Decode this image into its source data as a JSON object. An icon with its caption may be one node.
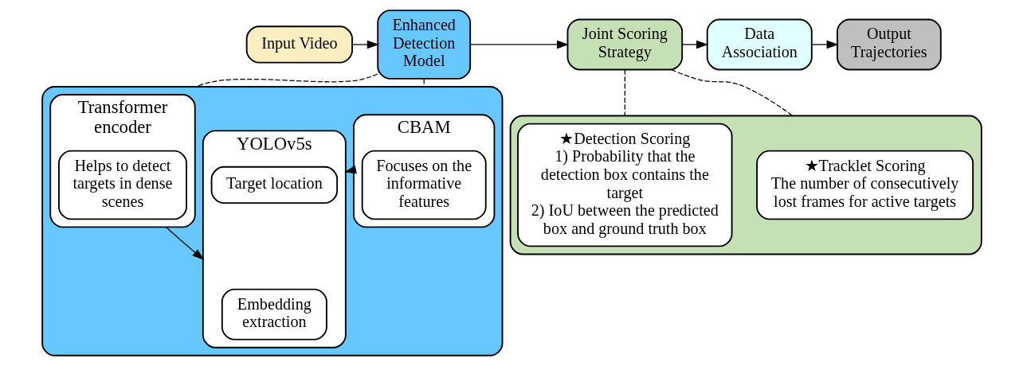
{
  "diagram": {
    "nodes": [
      {
        "text": [
          "Input Video"
        ]
      },
      {
        "text": [
          "Enhanced Detection Model"
        ]
      },
      {
        "text": [
          "Joint Scoring Strategy"
        ]
      },
      {
        "text": [
          "Data Association"
        ]
      },
      {
        "text": [
          "Output Trajectories"
        ]
      },
      {
        "text": [],
        "shape": "box"
      },
      {
        "text": [
          "CBAM"
        ],
        "in": 5
      },
      {
        "text": [
          "Focuses on the informative features"
        ],
        "in": 6
      },
      {
        "text": [
          "YOLOv5s"
        ],
        "in": 5
      },
      {
        "text": [
          "Target location"
        ],
        "in": 8
      },
      {
        "text": [
          "Embedding extraction"
        ],
        "in": 8
      },
      {
        "text": [
          "Transformer encoder"
        ],
        "in": 5
      },
      {
        "text": [
          "Helps to detect targets in dense scenes"
        ],
        "in": 11
      },
      {
        "text": [],
        "shape": "box"
      },
      {
        "text": [
          "★Detection Scoring",
          "1) Probability that the detection box contains the target",
          "2) IoU between the predicted box and ground truth box"
        ],
        "in": 13
      },
      {
        "text": [
          "★Tracklet Scoring",
          "The number of consecutively lost frames for active targets"
        ],
        "in": 13
      }
    ],
    "edges": [
      {
        "from": 0,
        "to": 1,
        "arrow": "to"
      },
      {
        "from": 1,
        "to": 2,
        "arrow": "to"
      },
      {
        "from": 2,
        "to": 3,
        "arrow": "to"
      },
      {
        "from": 3,
        "to": 4,
        "arrow": "to"
      },
      {
        "from": 1,
        "to": 5,
        "arrow": "none",
        "style": "dashed"
      },
      {
        "from": 1,
        "to": 5,
        "arrow": "none",
        "style": "dashed"
      },
      {
        "from": 2,
        "to": 13,
        "arrow": "none",
        "style": "dashed"
      },
      {
        "from": 2,
        "to": 13,
        "arrow": "none",
        "style": "dashed"
      },
      {
        "from": 6,
        "to": 8,
        "arrow": "to"
      },
      {
        "from": 11,
        "to": 8,
        "arrow": "to"
      }
    ]
  }
}
